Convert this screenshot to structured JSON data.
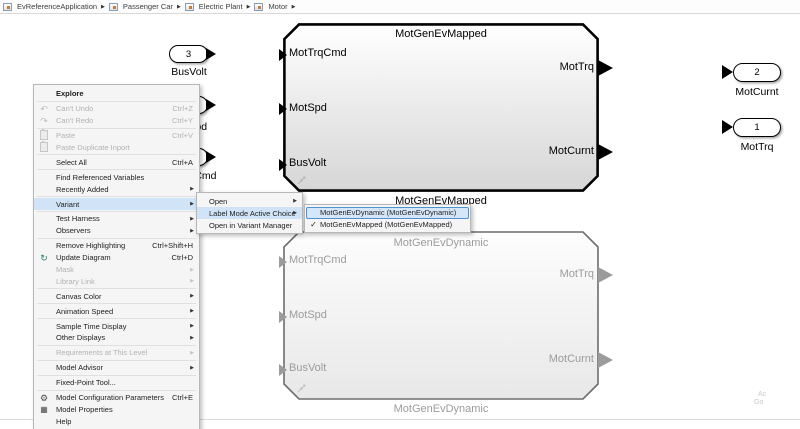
{
  "breadcrumb": {
    "items": [
      "EvReferenceApplication",
      "Passenger Car",
      "Electric Plant",
      "Motor"
    ]
  },
  "canvas": {
    "blocks": [
      {
        "title": "MotGenEvMapped",
        "name": "MotGenEvMapped",
        "state": "active",
        "inputs": [
          "MotTrqCmd",
          "MotSpd",
          "BusVolt"
        ],
        "outputs": [
          "MotTrq",
          "MotCurnt"
        ]
      },
      {
        "title": "MotGenEvDynamic",
        "name": "MotGenEvDynamic",
        "state": "inactive",
        "inputs": [
          "MotTrqCmd",
          "MotSpd",
          "BusVolt"
        ],
        "outputs": [
          "MotTrq",
          "MotCurnt"
        ]
      }
    ],
    "inports": [
      {
        "number": "3",
        "label": "BusVolt"
      },
      {
        "number": "",
        "label": "MotSpd"
      },
      {
        "number": "",
        "label": "MotTrqCmd"
      }
    ],
    "outports": [
      {
        "number": "2",
        "label": "MotCurnt"
      },
      {
        "number": "1",
        "label": "MotTrq"
      }
    ],
    "corner_text_line1": "Ac",
    "corner_text_line2": "Go"
  },
  "context_menu": {
    "items": [
      {
        "label": "Explore"
      },
      {
        "label": "Can't Undo",
        "shortcut": "Ctrl+Z",
        "disabled": true
      },
      {
        "label": "Can't Redo",
        "shortcut": "Ctrl+Y",
        "disabled": true
      },
      {
        "label": "Paste",
        "shortcut": "Ctrl+V",
        "disabled": true
      },
      {
        "label": "Paste Duplicate Inport",
        "disabled": true
      },
      {
        "label": "Select All",
        "shortcut": "Ctrl+A"
      },
      {
        "label": "Find Referenced Variables"
      },
      {
        "label": "Recently Added"
      },
      {
        "label": "Variant",
        "highlighted": true
      },
      {
        "label": "Test Harness"
      },
      {
        "label": "Observers"
      },
      {
        "label": "Remove Highlighting",
        "shortcut": "Ctrl+Shift+H"
      },
      {
        "label": "Update Diagram",
        "shortcut": "Ctrl+D"
      },
      {
        "label": "Mask",
        "disabled": true
      },
      {
        "label": "Library Link",
        "disabled": true
      },
      {
        "label": "Canvas Color"
      },
      {
        "label": "Animation Speed"
      },
      {
        "label": "Sample Time Display"
      },
      {
        "label": "Other Displays"
      },
      {
        "label": "Requirements at This Level",
        "disabled": true
      },
      {
        "label": "Model Advisor"
      },
      {
        "label": "Fixed-Point Tool..."
      },
      {
        "label": "Model Configuration Parameters",
        "shortcut": "Ctrl+E"
      },
      {
        "label": "Model Properties"
      },
      {
        "label": "Help"
      }
    ]
  },
  "variant_submenu": {
    "items": [
      {
        "label": "Open"
      },
      {
        "label": "Label Mode Active Choice",
        "highlighted": true
      },
      {
        "label": "Open in Variant Manager"
      }
    ]
  },
  "choice_submenu": {
    "items": [
      {
        "label": "MotGenEvDynamic (MotGenEvDynamic)",
        "hover_selected": true
      },
      {
        "label": "MotGenEvMapped (MotGenEvMapped)",
        "checked": true
      }
    ]
  },
  "icons": {
    "breadcrumb_arrow": "▶",
    "submenu_arrow": "▶",
    "undo": "↶",
    "redo": "↷",
    "update_diagram": "↻",
    "gear": "⚙",
    "properties": "▦",
    "check": "✓"
  },
  "colors": {
    "menu_highlight": "#d0e3f7",
    "choice_selected_border": "#4f90d0",
    "active_block_border": "#000000",
    "inactive_block": "#9c9c9c",
    "update_icon_teal": "#1f7a68"
  }
}
